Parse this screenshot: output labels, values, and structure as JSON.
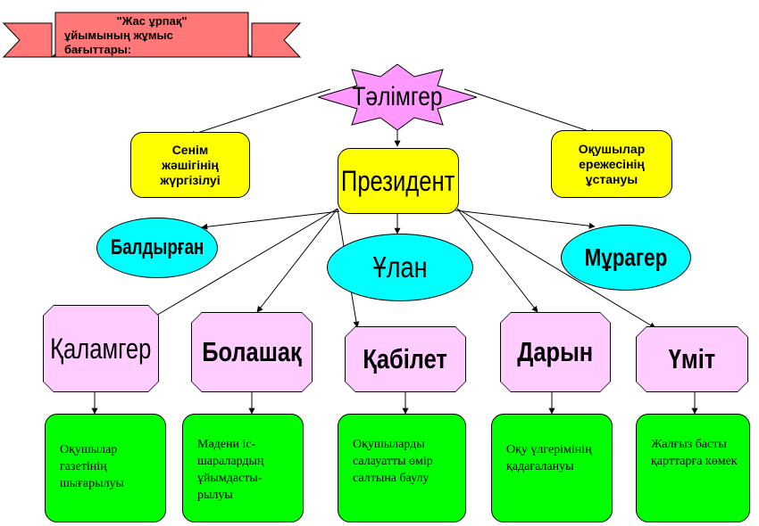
{
  "banner": {
    "line1": "\"Жас ұрпақ\"",
    "line2": "ұйымының жұмыс бағыттары:"
  },
  "top": {
    "label": "Тәлімгер"
  },
  "side_left": {
    "label": "Сенім жәшігінің жүргізілуі"
  },
  "side_right": {
    "label": "Оқушылар ережесінің ұстануы"
  },
  "president": {
    "label": "Президент"
  },
  "groups": [
    {
      "label": "Балдырған"
    },
    {
      "label": "Ұлан"
    },
    {
      "label": "Мұрагер"
    }
  ],
  "sections": [
    {
      "label": "Қаламгер",
      "description": "Оқушылар газетінің шығарылуы"
    },
    {
      "label": "Болашақ",
      "description": "Мәдени іс-шаралардың ұйымдасты-рылуы"
    },
    {
      "label": "Қабілет",
      "description": "Оқушыларды салауатты өмір салтына баулу"
    },
    {
      "label": "Дарын",
      "description": "Оқу үлгерімінің қадағалануы"
    },
    {
      "label": "Үміт",
      "description": "Жалғыз басты қарттарға көмек"
    }
  ],
  "colors": {
    "banner": "#ff7777",
    "star": "#ff99ff",
    "yellow": "#ffff00",
    "cyan": "#00ffff",
    "pink": "#ffccff",
    "green": "#00ff00"
  }
}
